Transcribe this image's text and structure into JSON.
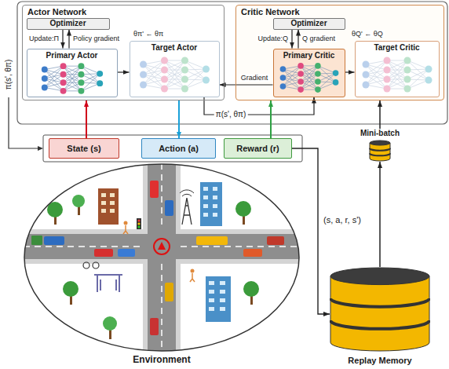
{
  "diagram": {
    "nodes": [
      {
        "text": [
          "Actor Network"
        ]
      },
      {
        "text": [
          "Optimizer"
        ],
        "in": 0
      },
      {
        "text": [
          "Primary Actor"
        ],
        "in": 0
      },
      {
        "text": [
          "Target Actor"
        ],
        "in": 0
      },
      {
        "text": [
          "Critic Network"
        ]
      },
      {
        "text": [
          "Optimizer"
        ],
        "in": 4
      },
      {
        "text": [
          "Primary Critic"
        ],
        "in": 4
      },
      {
        "text": [
          "Target Critic"
        ],
        "in": 4
      },
      {
        "text": [
          "State (s)"
        ]
      },
      {
        "text": [
          "Action (a)"
        ]
      },
      {
        "text": [
          "Reward (r)"
        ]
      },
      {
        "text": [
          "Environment"
        ]
      },
      {
        "text": [
          "Mini-batch"
        ]
      },
      {
        "text": [
          "Replay Memory"
        ]
      }
    ],
    "edges": [
      {
        "from": 1,
        "to": 2,
        "arrow": "to",
        "label": "Update:Π"
      },
      {
        "from": 2,
        "to": 1,
        "arrow": "to",
        "label": "Policy gradient"
      },
      {
        "from": 2,
        "to": 3,
        "arrow": "to",
        "label": "θπ' ← θπ"
      },
      {
        "from": 5,
        "to": 6,
        "arrow": "to",
        "label": "Update:Q"
      },
      {
        "from": 6,
        "to": 5,
        "arrow": "to",
        "label": "Q gradient"
      },
      {
        "from": 6,
        "to": 7,
        "arrow": "to",
        "label": "θQ' ← θQ"
      },
      {
        "from": 6,
        "to": 3,
        "arrow": "to",
        "label": "Gradient"
      },
      {
        "from": 3,
        "to": 6,
        "arrow": "to",
        "label": "π(s', θπ)"
      },
      {
        "from": 8,
        "to": 0,
        "arrow": "to"
      },
      {
        "from": 0,
        "to": 9,
        "arrow": "to"
      },
      {
        "from": 10,
        "to": 4,
        "arrow": "to"
      },
      {
        "from": 10,
        "to": 13,
        "arrow": "to",
        "label": "(s, a, r, s')"
      },
      {
        "from": 13,
        "to": 12,
        "arrow": "to"
      },
      {
        "from": 12,
        "to": 4,
        "arrow": "to"
      }
    ],
    "labels": [
      "π(s', θπ)"
    ]
  }
}
